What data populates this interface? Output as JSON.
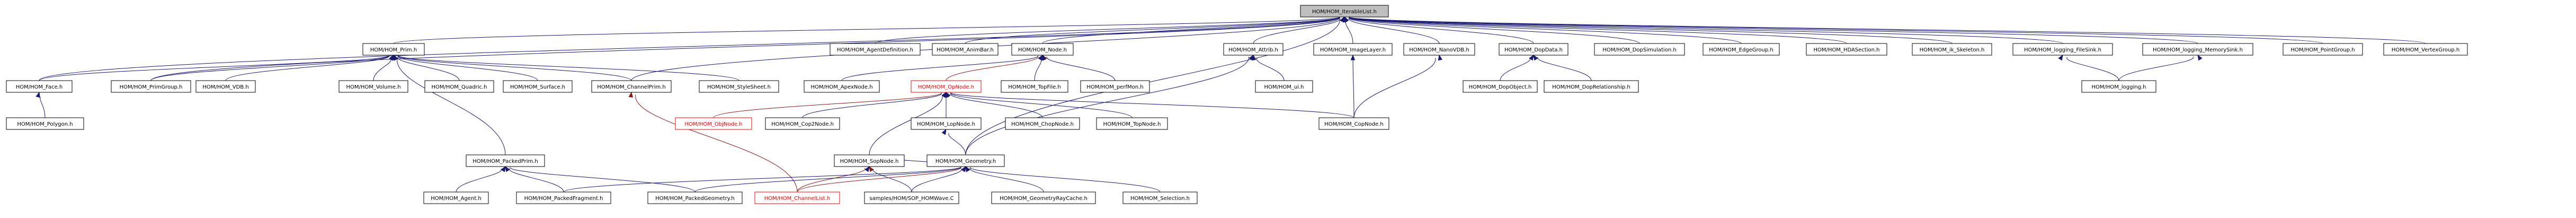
{
  "colors": {
    "edge_normal": "#191970",
    "edge_missing": "#8b1a1a",
    "node_border": "#000000",
    "node_root_fill": "#bfbfbf",
    "node_missing_text": "#ff0000"
  },
  "nodes": [
    {
      "id": "root",
      "label": "HOM/HOM_IterableList.h",
      "root": true
    },
    {
      "id": "prim",
      "label": "HOM/HOM_Prim.h"
    },
    {
      "id": "agentdef",
      "label": "HOM/HOM_AgentDefinition.h"
    },
    {
      "id": "animbar",
      "label": "HOM/HOM_AnimBar.h"
    },
    {
      "id": "node",
      "label": "HOM/HOM_Node.h"
    },
    {
      "id": "attrib",
      "label": "HOM/HOM_Attrib.h"
    },
    {
      "id": "imagelayer",
      "label": "HOM/HOM_ImageLayer.h"
    },
    {
      "id": "nanovdb",
      "label": "HOM/HOM_NanoVDB.h"
    },
    {
      "id": "dopdata",
      "label": "HOM/HOM_DopData.h"
    },
    {
      "id": "dopsim",
      "label": "HOM/HOM_DopSimulation.h"
    },
    {
      "id": "edgegroup",
      "label": "HOM/HOM_EdgeGroup.h"
    },
    {
      "id": "hdasection",
      "label": "HOM/HOM_HDASection.h"
    },
    {
      "id": "ikskel",
      "label": "HOM/HOM_ik_Skeleton.h"
    },
    {
      "id": "logfile",
      "label": "HOM/HOM_logging_FileSink.h"
    },
    {
      "id": "logmem",
      "label": "HOM/HOM_logging_MemorySink.h"
    },
    {
      "id": "pointgroup",
      "label": "HOM/HOM_PointGroup.h"
    },
    {
      "id": "vertexgroup",
      "label": "HOM/HOM_VertexGroup.h"
    },
    {
      "id": "face",
      "label": "HOM/HOM_Face.h"
    },
    {
      "id": "primgroup",
      "label": "HOM/HOM_PrimGroup.h"
    },
    {
      "id": "vdb",
      "label": "HOM/HOM_VDB.h"
    },
    {
      "id": "volume",
      "label": "HOM/HOM_Volume.h"
    },
    {
      "id": "quadric",
      "label": "HOM/HOM_Quadric.h"
    },
    {
      "id": "surface",
      "label": "HOM/HOM_Surface.h"
    },
    {
      "id": "channelprim",
      "label": "HOM/HOM_ChannelPrim.h"
    },
    {
      "id": "stylesheet",
      "label": "HOM/HOM_StyleSheet.h"
    },
    {
      "id": "apexnode",
      "label": "HOM/HOM_ApexNode.h"
    },
    {
      "id": "opnode",
      "label": "HOM/HOM_OpNode.h",
      "missing": true
    },
    {
      "id": "topfile",
      "label": "HOM/HOM_TopFile.h"
    },
    {
      "id": "perfmon",
      "label": "HOM/HOM_perfMon.h"
    },
    {
      "id": "ui",
      "label": "HOM/HOM_ui.h"
    },
    {
      "id": "dopobject",
      "label": "HOM/HOM_DopObject.h"
    },
    {
      "id": "doprel",
      "label": "HOM/HOM_DopRelationship.h"
    },
    {
      "id": "logging",
      "label": "HOM/HOM_logging.h"
    },
    {
      "id": "polygon",
      "label": "HOM/HOM_Polygon.h"
    },
    {
      "id": "objnode",
      "label": "HOM/HOM_ObjNode.h",
      "missing": true
    },
    {
      "id": "cop2node",
      "label": "HOM/HOM_Cop2Node.h"
    },
    {
      "id": "lopnode",
      "label": "HOM/HOM_LopNode.h"
    },
    {
      "id": "chopnode",
      "label": "HOM/HOM_ChopNode.h"
    },
    {
      "id": "topnode",
      "label": "HOM/HOM_TopNode.h"
    },
    {
      "id": "copnode",
      "label": "HOM/HOM_CopNode.h"
    },
    {
      "id": "packedprim",
      "label": "HOM/HOM_PackedPrim.h"
    },
    {
      "id": "sopnode",
      "label": "HOM/HOM_SopNode.h"
    },
    {
      "id": "geometry",
      "label": "HOM/HOM_Geometry.h"
    },
    {
      "id": "agent",
      "label": "HOM/HOM_Agent.h"
    },
    {
      "id": "packedfrag",
      "label": "HOM/HOM_PackedFragment.h"
    },
    {
      "id": "packedgeo",
      "label": "HOM/HOM_PackedGeometry.h"
    },
    {
      "id": "channellist",
      "label": "HOM/HOM_ChannelList.h",
      "missing": true
    },
    {
      "id": "sophommeve",
      "label": "samples/HOM/SOP_HOMWave.C"
    },
    {
      "id": "georaycache",
      "label": "HOM/HOM_GeometryRayCache.h"
    },
    {
      "id": "selection",
      "label": "HOM/HOM_Selection.h"
    }
  ],
  "edges": [
    [
      "prim",
      "root"
    ],
    [
      "agentdef",
      "root"
    ],
    [
      "animbar",
      "root"
    ],
    [
      "node",
      "root"
    ],
    [
      "attrib",
      "root"
    ],
    [
      "imagelayer",
      "root"
    ],
    [
      "nanovdb",
      "root"
    ],
    [
      "dopdata",
      "root"
    ],
    [
      "dopsim",
      "root"
    ],
    [
      "edgegroup",
      "root"
    ],
    [
      "hdasection",
      "root"
    ],
    [
      "ikskel",
      "root"
    ],
    [
      "logfile",
      "root"
    ],
    [
      "logmem",
      "root"
    ],
    [
      "pointgroup",
      "root"
    ],
    [
      "vertexgroup",
      "root"
    ],
    [
      "face",
      "root"
    ],
    [
      "primgroup",
      "root"
    ],
    [
      "channelprim",
      "root"
    ],
    [
      "geometry",
      "root"
    ],
    [
      "face",
      "prim"
    ],
    [
      "primgroup",
      "prim"
    ],
    [
      "vdb",
      "prim"
    ],
    [
      "volume",
      "prim"
    ],
    [
      "quadric",
      "prim"
    ],
    [
      "surface",
      "prim"
    ],
    [
      "channelprim",
      "prim"
    ],
    [
      "stylesheet",
      "prim"
    ],
    [
      "packedprim",
      "prim"
    ],
    [
      "apexnode",
      "node"
    ],
    [
      "opnode",
      "node"
    ],
    [
      "topfile",
      "node"
    ],
    [
      "perfmon",
      "node"
    ],
    [
      "ui",
      "attrib"
    ],
    [
      "geometry",
      "attrib"
    ],
    [
      "copnode",
      "imagelayer"
    ],
    [
      "copnode",
      "nanovdb"
    ],
    [
      "dopobject",
      "dopdata"
    ],
    [
      "doprel",
      "dopdata"
    ],
    [
      "logging",
      "logfile"
    ],
    [
      "logging",
      "logmem"
    ],
    [
      "polygon",
      "face"
    ],
    [
      "channellist",
      "channelprim"
    ],
    [
      "objnode",
      "opnode"
    ],
    [
      "cop2node",
      "opnode"
    ],
    [
      "lopnode",
      "opnode"
    ],
    [
      "chopnode",
      "opnode"
    ],
    [
      "topnode",
      "opnode"
    ],
    [
      "copnode",
      "opnode"
    ],
    [
      "sopnode",
      "opnode"
    ],
    [
      "geometry",
      "lopnode"
    ],
    [
      "agent",
      "packedprim"
    ],
    [
      "packedfrag",
      "packedprim"
    ],
    [
      "packedgeo",
      "packedprim"
    ],
    [
      "channellist",
      "sopnode"
    ],
    [
      "sophommeve",
      "sopnode"
    ],
    [
      "packedfrag",
      "geometry"
    ],
    [
      "packedgeo",
      "geometry"
    ],
    [
      "channellist",
      "geometry"
    ],
    [
      "sophommeve",
      "geometry"
    ],
    [
      "georaycache",
      "geometry"
    ],
    [
      "selection",
      "geometry"
    ],
    [
      "sopnode",
      "geometry"
    ]
  ]
}
